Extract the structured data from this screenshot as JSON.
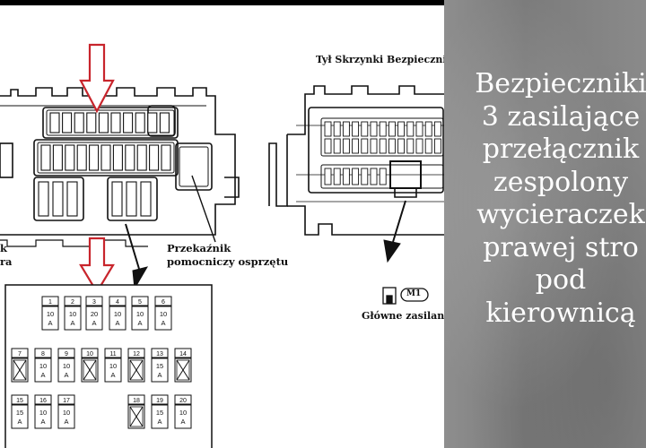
{
  "diagram": {
    "rear_box_title": "Tył Skrzynki Bezpieczników",
    "relay_label_line1": "Przekaźnik",
    "relay_label_line2": "pomocniczy osprzętu",
    "main_supply_label": "Główne zasilanie",
    "m1_label": "M1",
    "left_fragment_1": "k",
    "left_fragment_2": "ra"
  },
  "fuse_table": {
    "rows": [
      [
        {
          "n": "1",
          "a": "10",
          "u": "A"
        },
        {
          "n": "2",
          "a": "10",
          "u": "A"
        },
        {
          "n": "3",
          "a": "20",
          "u": "A"
        },
        {
          "n": "4",
          "a": "10",
          "u": "A"
        },
        {
          "n": "5",
          "a": "10",
          "u": "A"
        },
        {
          "n": "6",
          "a": "10",
          "u": "A"
        }
      ],
      [
        {
          "n": "7",
          "a": "",
          "u": ""
        },
        {
          "n": "8",
          "a": "10",
          "u": "A"
        },
        {
          "n": "9",
          "a": "10",
          "u": "A"
        },
        {
          "n": "10",
          "a": "",
          "u": ""
        },
        {
          "n": "11",
          "a": "10",
          "u": "A"
        },
        {
          "n": "12",
          "a": "",
          "u": ""
        },
        {
          "n": "13",
          "a": "15",
          "u": "A"
        },
        {
          "n": "14",
          "a": "",
          "u": ""
        }
      ],
      [
        {
          "n": "15",
          "a": "15",
          "u": "A"
        },
        {
          "n": "16",
          "a": "10",
          "u": "A"
        },
        {
          "n": "17",
          "a": "10",
          "u": "A"
        },
        {
          "n": "18",
          "a": "",
          "u": ""
        },
        {
          "n": "19",
          "a": "15",
          "u": "A"
        },
        {
          "n": "20",
          "a": "10",
          "u": "A"
        }
      ]
    ]
  },
  "caption": {
    "lines": [
      "Bezpieczniki",
      "3 zasilające",
      "przełącznik",
      "zespolony",
      "wycieraczek",
      "prawej stro",
      "pod",
      "kierownicą"
    ]
  },
  "colors": {
    "arrow_red": "#c8252c",
    "overlay_gray": "#858585",
    "caption_text": "#ffffff"
  }
}
